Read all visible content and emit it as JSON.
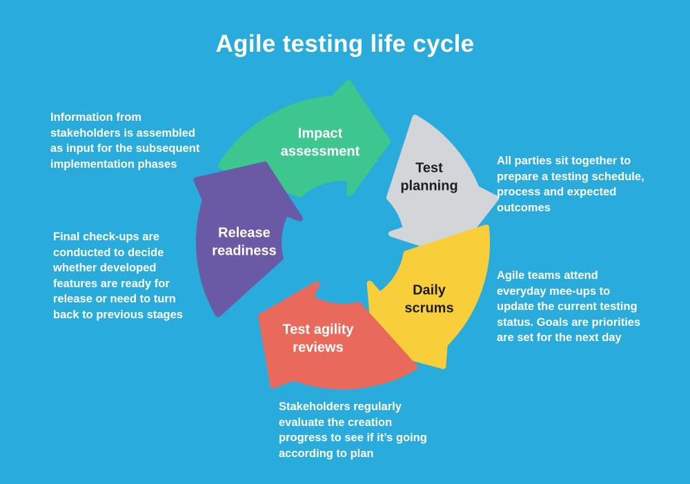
{
  "title": "Agile testing life cycle",
  "theme": {
    "background_color": "#29ABDB",
    "text_color": "#FFFFFF",
    "dark_label_color": "#1D1D1F"
  },
  "segments": [
    {
      "id": "impact-assessment",
      "label": "Impact\nassessment",
      "color": "#3EC68F",
      "label_color": "#FFFFFF",
      "description": "Information from\nstakeholders is assembled\nas input for the subsequent\nimplementation phases"
    },
    {
      "id": "test-planning",
      "label": "Test\nplanning",
      "color": "#D3D6D9",
      "label_color": "#1D1D1F",
      "description": "All parties sit together to\nprepare a testing schedule,\nprocess and expected\noutcomes"
    },
    {
      "id": "daily-scrums",
      "label": "Daily\nscrums",
      "color": "#F8CF3B",
      "label_color": "#1D1D1F",
      "description": "Agile teams attend\neveryday mee-ups to\nupdate the current testing\nstatus. Goals are priorities\nare set for the next day"
    },
    {
      "id": "test-agility-reviews",
      "label": "Test agility\nreviews",
      "color": "#E96A5A",
      "label_color": "#FFFFFF",
      "description": "Stakeholders regularly\nevaluate the creation\nprogress to see if it’s going\naccording to plan"
    },
    {
      "id": "release-readiness",
      "label": "Release\nreadiness",
      "color": "#6A59A5",
      "label_color": "#FFFFFF",
      "description": "Final check-ups are\nconducted to decide\nwhether developed\nfeatures are ready for\nrelease or need to turn\nback to previous stages"
    }
  ]
}
